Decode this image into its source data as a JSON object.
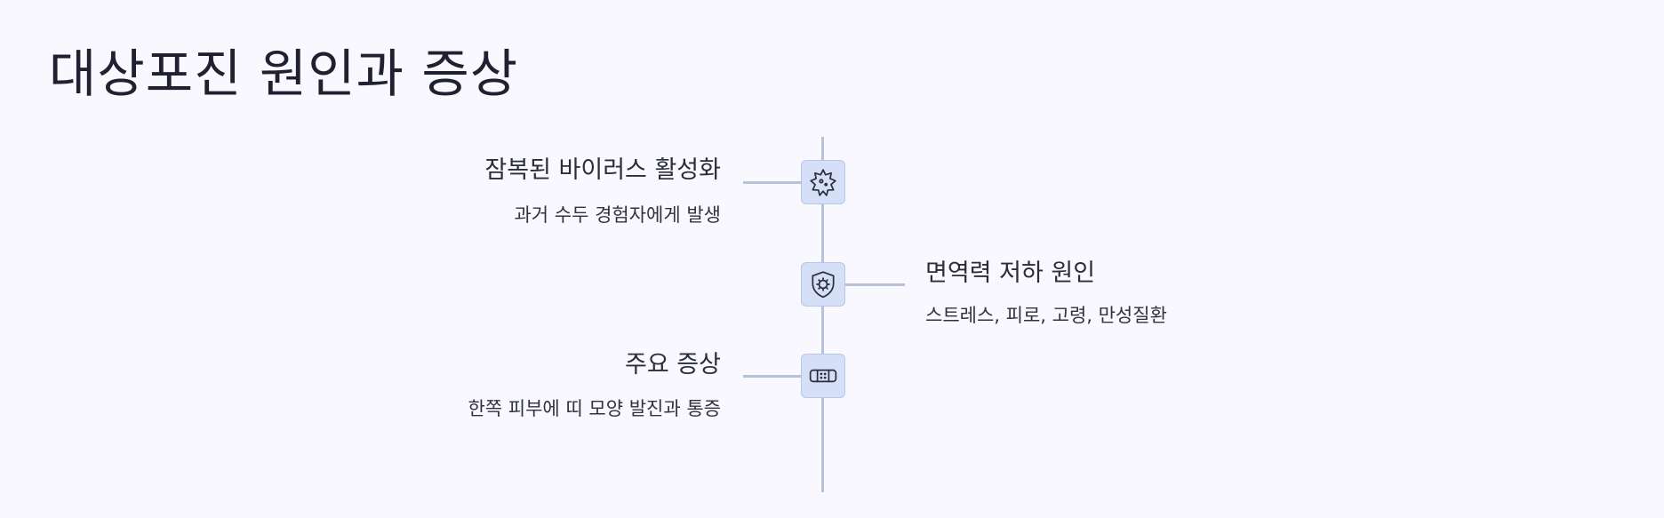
{
  "page": {
    "title": "대상포진 원인과 증상"
  },
  "items": [
    {
      "title": "잠복된 바이러스 활성화",
      "description": "과거 수두 경험자에게 발생",
      "icon": "virus-icon",
      "side": "left"
    },
    {
      "title": "면역력 저하 원인",
      "description": "스트레스, 피로, 고령, 만성질환",
      "icon": "shield-virus-icon",
      "side": "right"
    },
    {
      "title": "주요 증상",
      "description": "한쪽 피부에 띠 모양 발진과 통증",
      "icon": "bandage-icon",
      "side": "left"
    }
  ],
  "colors": {
    "background": "#f9f8fe",
    "axis": "#b7c2d6",
    "node_fill": "#d6dff8",
    "icon_stroke": "#2a2d3a"
  }
}
